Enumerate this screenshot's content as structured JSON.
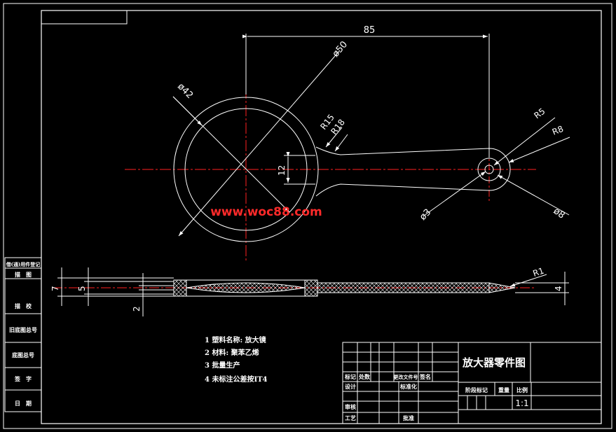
{
  "colors": {
    "background": "#000000",
    "lines": "#ffffff",
    "centerlines": "#ff2020",
    "watermark": "#ff2a2a"
  },
  "watermark": "www.woc88.com",
  "dimensions": {
    "length": "85",
    "dia_outer": "ø50",
    "dia_inner": "ø42",
    "r15": "R15",
    "r18": "R18",
    "r5": "R5",
    "r8": "R8",
    "dia_hole": "ø3",
    "dia_end": "ø8",
    "width12": "12",
    "r1": "R1",
    "thick7": "7",
    "thick5": "5",
    "thick2": "2",
    "thick4": "4"
  },
  "side_labels": [
    "借(通)用件登记",
    "描　图",
    "描　校",
    "旧底图总号",
    "底图总号",
    "签　字",
    "日　期"
  ],
  "notes": [
    "1 塑料名称: 放大镜",
    "2 材料: 聚苯乙烯",
    "3 批量生产",
    "4 未标注公差按IT4"
  ],
  "title_block": {
    "title": "放大器零件图",
    "row_headers": [
      "标记",
      "处数",
      "更改文件号",
      "签名"
    ],
    "design": "设计",
    "standardize": "标准化",
    "review": "审核",
    "process": "工艺",
    "approve": "批准",
    "stage_mark": "阶段标记",
    "weight": "重量",
    "scale": "比例",
    "scale_value": "1:1"
  }
}
